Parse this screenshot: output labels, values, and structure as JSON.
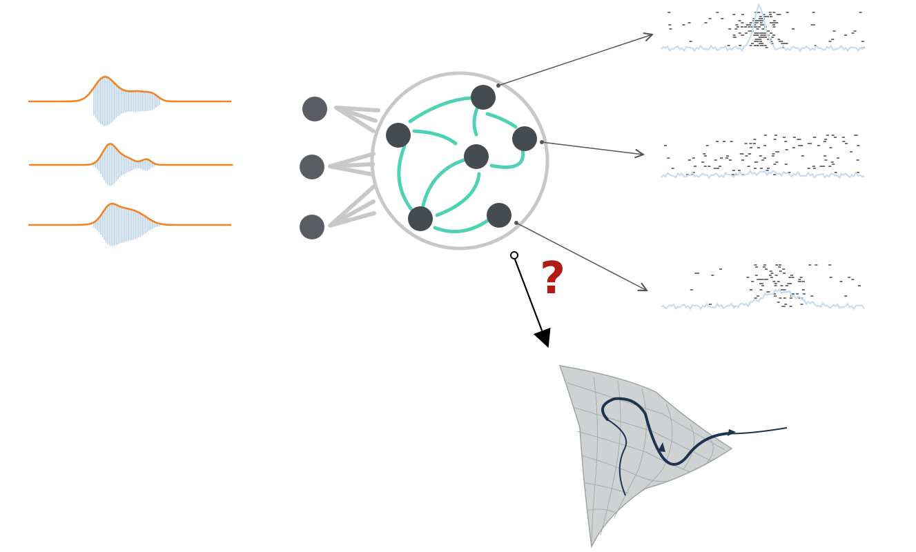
{
  "question_mark": "?",
  "colors": {
    "envelope": "#f28320",
    "waveform": "#b9d2ea",
    "node": "#454b4f",
    "input_node": "#5a5d62",
    "connection": "#4fd1b5",
    "ring": "#c8c8c8",
    "input_fan": "#c8c8c8",
    "arrow": "#555555",
    "raster_tick": "#1a1a1a",
    "raster_trace": "#c6dcf0",
    "question": "#b01c10",
    "manifold_fill": "#cfd2d2",
    "trajectory": "#1f3350"
  },
  "elements": {
    "input_signals": 3,
    "input_nodes": 3,
    "network_nodes": 6,
    "spike_rasters": 3
  }
}
